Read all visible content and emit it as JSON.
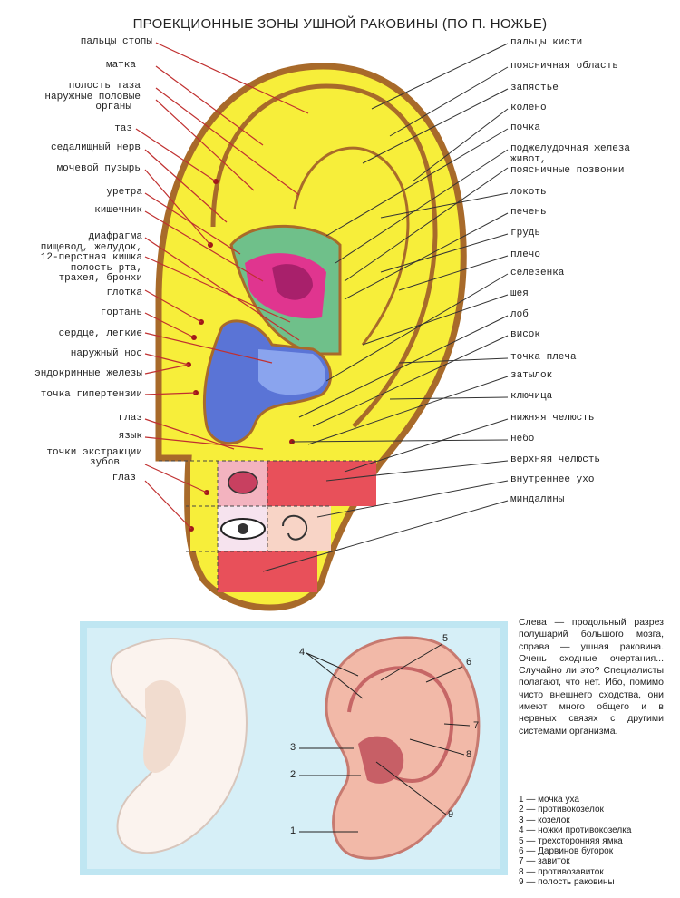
{
  "title": "ПРОЕКЦИОННЫЕ ЗОНЫ УШНОЙ РАКОВИНЫ (ПО П. НОЖЬЕ)",
  "left_labels": [
    "пальцы стопы",
    "матка",
    "полость таза",
    "наружные половые",
    "органы",
    "таз",
    "седалищный нерв",
    "мочевой пузырь",
    "уретра",
    "кишечник",
    "диафрагма",
    "пищевод, желудок,",
    "12-перстная кишка",
    "полость рта,",
    "трахея, бронхи",
    "глотка",
    "гортань",
    "сердце, легкие",
    "наружный нос",
    "эндокринные железы",
    "точка гипертензии",
    "глаз",
    "язык",
    "точки экстракции",
    "зубов",
    "глаз"
  ],
  "right_labels": [
    "пальцы кисти",
    "поясничная область",
    "запястье",
    "колено",
    "почка",
    "поджелудочная железа",
    "живот,",
    "поясничные позвонки",
    "локоть",
    "печень",
    "грудь",
    "плечо",
    "селезенка",
    "шея",
    "лоб",
    "висок",
    "точка плеча",
    "затылок",
    "ключица",
    "нижняя челюсть",
    "небо",
    "верхняя челюсть",
    "внутреннее ухо",
    "миндалины"
  ],
  "description": "Слева — продольный разрез полушарий большого мозга, справа — ушная раковина. Очень сходные очертания... Случайно ли это? Специалисты полагают, что нет. Ибо, помимо чисто внешнего сходства, они имеют много общего и в нервных связях с другими системами организма.",
  "legend": [
    "1 — мочка уха",
    "2 — противокозелок",
    "3 — козелок",
    "4 — ножки противокозелка",
    "5 — трехсторонняя ямка",
    "6 — Дарвинов бугорок",
    "7 — завиток",
    "8 — противозавиток",
    "9 — полость раковины"
  ],
  "numbers": [
    "1",
    "2",
    "3",
    "4",
    "5",
    "6",
    "7",
    "8",
    "9"
  ],
  "colors": {
    "ear_fill": "#f7ee3a",
    "ear_outline": "#a86a2a",
    "lobe_red": "#e8505a",
    "lobe_pink": "#f3b3bf",
    "cavity_blue": "#5a74d6",
    "cavity_magenta": "#e0358f",
    "cavity_green": "#6fc08a",
    "panel_blue": "#bfe6f2"
  }
}
